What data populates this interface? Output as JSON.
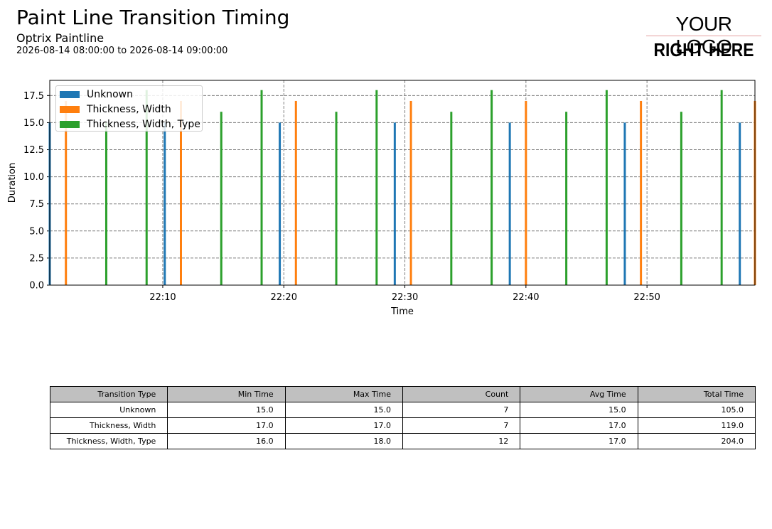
{
  "header": {
    "title": "Paint Line Transition Timing",
    "subtitle": "Optrix Paintline",
    "date_range": "2026-08-14 08:00:00 to 2026-08-14 09:00:00"
  },
  "logo": {
    "line1": "YOUR LOGO",
    "line2": "RIGHT HERE"
  },
  "chart_data": {
    "type": "bar",
    "xlabel": "Time",
    "ylabel": "Duration",
    "xlim": [
      "22:00:40",
      "22:58:55"
    ],
    "ylim": [
      0,
      18.9
    ],
    "x_ticks": [
      "22:10",
      "22:20",
      "22:30",
      "22:40",
      "22:50"
    ],
    "y_ticks": [
      "0.0",
      "2.5",
      "5.0",
      "7.5",
      "10.0",
      "12.5",
      "15.0",
      "17.5"
    ],
    "grid": true,
    "legend_position": "top-left",
    "series": [
      {
        "name": "Unknown",
        "color": "#1f77b4",
        "points": [
          {
            "x": "22:00:40",
            "y": 15
          },
          {
            "x": "22:10:10",
            "y": 15
          },
          {
            "x": "22:19:40",
            "y": 15
          },
          {
            "x": "22:29:10",
            "y": 15
          },
          {
            "x": "22:38:40",
            "y": 15
          },
          {
            "x": "22:48:10",
            "y": 15
          },
          {
            "x": "22:57:40",
            "y": 15
          }
        ]
      },
      {
        "name": "Thickness, Width",
        "color": "#ff7f0e",
        "points": [
          {
            "x": "22:02:00",
            "y": 17
          },
          {
            "x": "22:11:30",
            "y": 17
          },
          {
            "x": "22:21:00",
            "y": 17
          },
          {
            "x": "22:30:30",
            "y": 17
          },
          {
            "x": "22:40:00",
            "y": 17
          },
          {
            "x": "22:49:30",
            "y": 17
          },
          {
            "x": "22:58:55",
            "y": 17
          }
        ]
      },
      {
        "name": "Thickness, Width, Type",
        "color": "#2ca02c",
        "points": [
          {
            "x": "22:05:20",
            "y": 15
          },
          {
            "x": "22:08:40",
            "y": 18
          },
          {
            "x": "22:14:50",
            "y": 16
          },
          {
            "x": "22:18:10",
            "y": 18
          },
          {
            "x": "22:24:20",
            "y": 16
          },
          {
            "x": "22:27:40",
            "y": 18
          },
          {
            "x": "22:33:50",
            "y": 16
          },
          {
            "x": "22:37:10",
            "y": 18
          },
          {
            "x": "22:43:20",
            "y": 16
          },
          {
            "x": "22:46:40",
            "y": 18
          },
          {
            "x": "22:52:50",
            "y": 16
          },
          {
            "x": "22:56:10",
            "y": 18
          }
        ]
      }
    ]
  },
  "table": {
    "headers": [
      "Transition Type",
      "Min Time",
      "Max Time",
      "Count",
      "Avg Time",
      "Total Time"
    ],
    "rows": [
      [
        "Unknown",
        "15.0",
        "15.0",
        "7",
        "15.0",
        "105.0"
      ],
      [
        "Thickness, Width",
        "17.0",
        "17.0",
        "7",
        "17.0",
        "119.0"
      ],
      [
        "Thickness, Width, Type",
        "16.0",
        "18.0",
        "12",
        "17.0",
        "204.0"
      ]
    ]
  }
}
